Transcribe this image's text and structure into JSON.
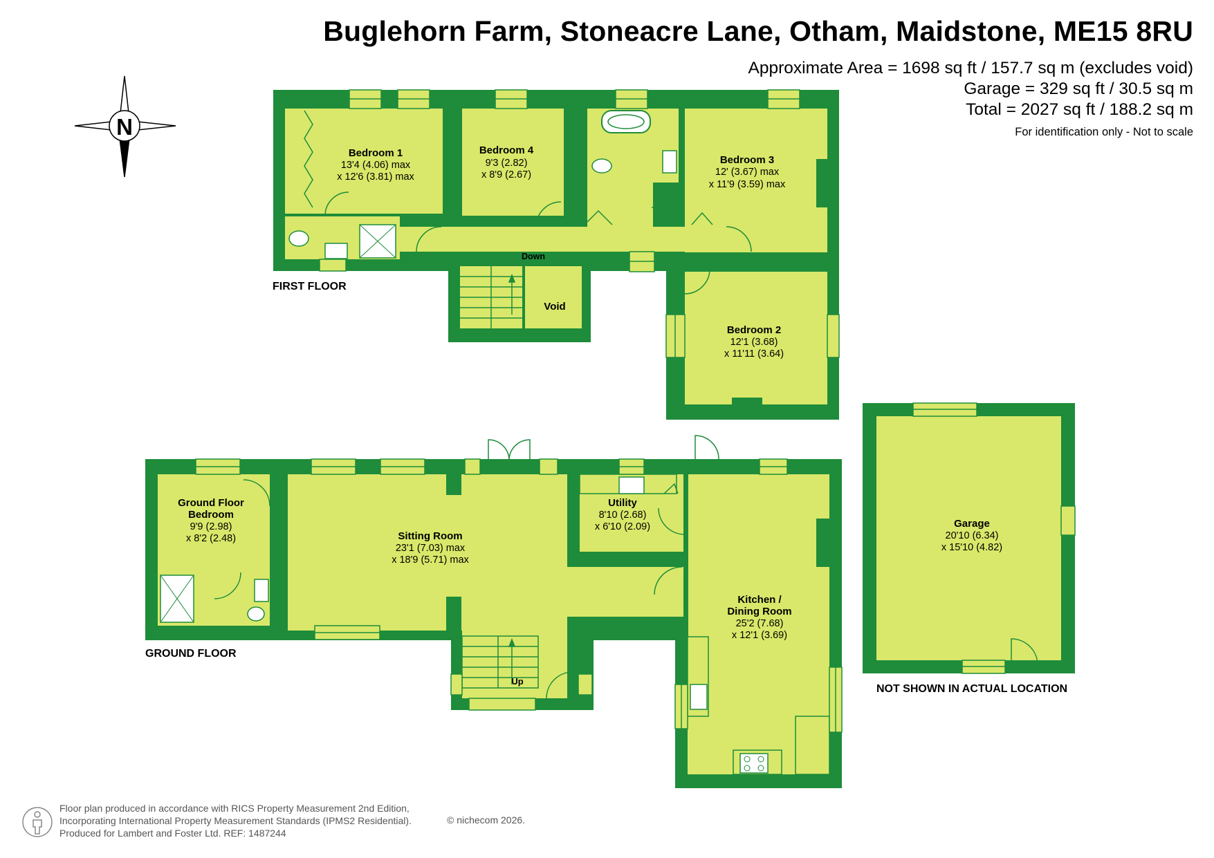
{
  "header": {
    "title": "Buglehorn Farm, Stoneacre Lane, Otham, Maidstone, ME15 8RU",
    "area_lines": [
      "Approximate Area = 1698 sq ft / 157.7 sq m (excludes void)",
      "Garage = 329 sq ft / 30.5 sq m",
      "Total = 2027 sq ft / 188.2 sq m"
    ],
    "note": "For identification only - Not to scale"
  },
  "compass": {
    "letter": "N",
    "icon": "compass-rose-icon"
  },
  "floors": {
    "first": {
      "label": "FIRST FLOOR",
      "rooms": {
        "bedroom1": {
          "name": "Bedroom 1",
          "dims": [
            "13'4 (4.06) max",
            "x 12'6 (3.81) max"
          ]
        },
        "bedroom4": {
          "name": "Bedroom 4",
          "dims": [
            "9'3 (2.82)",
            "x 8'9 (2.67)"
          ]
        },
        "bedroom3": {
          "name": "Bedroom 3",
          "dims": [
            "12' (3.67) max",
            "x 11'9 (3.59) max"
          ]
        },
        "bedroom2": {
          "name": "Bedroom 2",
          "dims": [
            "12'1 (3.68)",
            "x 11'11 (3.64)"
          ]
        }
      },
      "stair_label": "Down",
      "void_label": "Void"
    },
    "ground": {
      "label": "GROUND FLOOR",
      "rooms": {
        "gf_bedroom": {
          "name": [
            "Ground Floor",
            "Bedroom"
          ],
          "dims": [
            "9'9 (2.98)",
            "x 8'2 (2.48)"
          ]
        },
        "sitting": {
          "name": "Sitting Room",
          "dims": [
            "23'1 (7.03) max",
            "x 18'9 (5.71) max"
          ]
        },
        "utility": {
          "name": "Utility",
          "dims": [
            "8'10 (2.68)",
            "x 6'10 (2.09)"
          ]
        },
        "kitchen": {
          "name": [
            "Kitchen /",
            "Dining Room"
          ],
          "dims": [
            "25'2 (7.68)",
            "x 12'1 (3.69)"
          ]
        }
      },
      "stair_label": "Up"
    },
    "garage": {
      "name": "Garage",
      "dims": [
        "20'10 (6.34)",
        "x 15'10 (4.82)"
      ],
      "location_note": "NOT SHOWN IN ACTUAL LOCATION"
    }
  },
  "footer": {
    "lines": [
      "Floor plan produced in accordance with RICS Property Measurement 2nd Edition,",
      "Incorporating International Property Measurement Standards (IPMS2 Residential).",
      "Produced for Lambert and Foster Ltd.   REF: 1487244"
    ],
    "copyright": "© nichecom 2026."
  },
  "colors": {
    "wall": "#1e8c3a",
    "floor": "#d9e86a",
    "window_frame": "#d9e86a"
  }
}
